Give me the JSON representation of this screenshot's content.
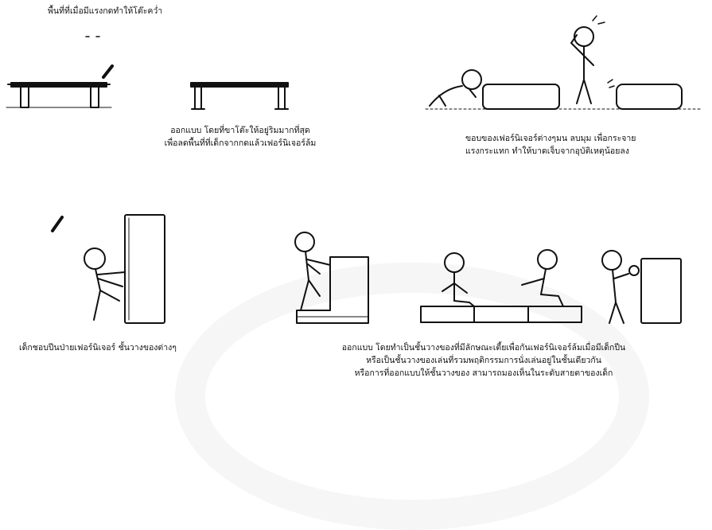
{
  "top_note": "พื้นที่ที่เมื่อมีแรงกดทำให้โต๊ะคว่ำ",
  "caption_table": [
    "ออกแบบ โดยที่ขาโต๊ะให้อยู่ริมมากที่สุด",
    "เพื่อลดพื้นที่ที่เด็กจากกดแล้วเฟอร์นิเจอร์ล้ม"
  ],
  "caption_edges": [
    "ขอบของเฟอร์นิเจอร์ต่างๆมน ลบมุม เพื่อกระจาย",
    "แรงกระแทก ทำให้บาดเจ็บจากอุบัติเหตุน้อยลง"
  ],
  "caption_climb": "เด็กชอบปีนป่ายเฟอร์นิเจอร์ ชั้นวางของต่างๆ",
  "caption_shelf": [
    "ออกแบบ โดยทำเป็นชั้นวางของที่มีลักษณะเตี้ยเพื่อกันเฟอร์นิเจอร์ล้มเมื่อมีเด็กปีน",
    "หรือเป็นชั้นวางของเล่นที่รวมพฤติกรรมการนั่งเล่นอยู่ในชั้นเดียวกัน",
    "หรือการที่ออกแบบให้ชั้นวางของ สามารถมองเห็นในระดับสายตาของเด็ก"
  ]
}
